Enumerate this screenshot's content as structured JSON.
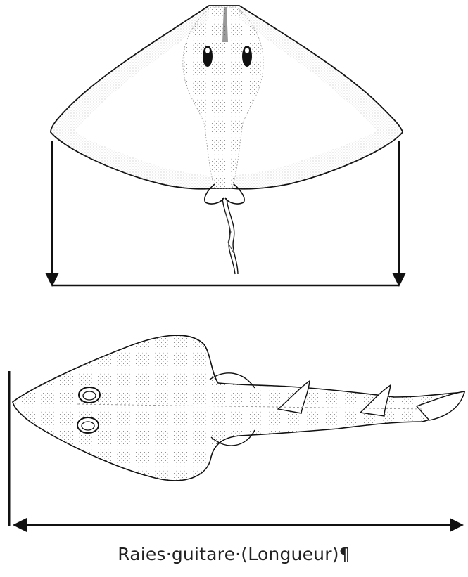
{
  "figure": {
    "caption": "Raies·guitare·(Longueur)¶",
    "top_illustration": {
      "subject": "ray-dorsal-view",
      "measurement": "disc-width"
    },
    "bottom_illustration": {
      "subject": "guitarfish-dorsal-view",
      "measurement": "total-length"
    },
    "colors": {
      "ink": "#111111",
      "stipple": "#777777",
      "fill": "#ffffff"
    }
  }
}
